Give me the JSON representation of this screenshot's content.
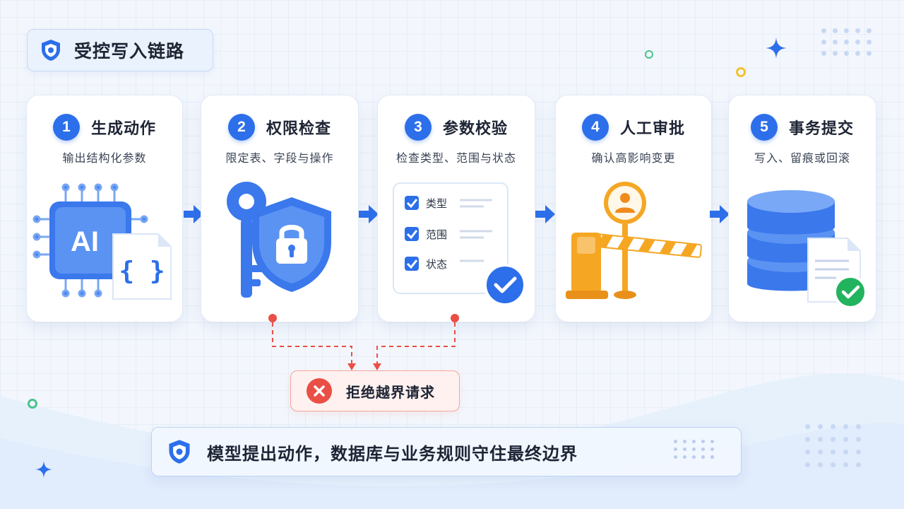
{
  "title": "受控写入链路",
  "steps": [
    {
      "num": "1",
      "title": "生成动作",
      "subtitle": "输出结构化参数",
      "icon": "ai-chip-icon"
    },
    {
      "num": "2",
      "title": "权限检查",
      "subtitle": "限定表、字段与操作",
      "icon": "key-shield-icon"
    },
    {
      "num": "3",
      "title": "参数校验",
      "subtitle": "检查类型、范围与状态",
      "icon": "checklist-icon"
    },
    {
      "num": "4",
      "title": "人工审批",
      "subtitle": "确认高影响变更",
      "icon": "barrier-gate-icon"
    },
    {
      "num": "5",
      "title": "事务提交",
      "subtitle": "写入、留痕或回滚",
      "icon": "database-commit-icon"
    }
  ],
  "illustrations": {
    "chip_text": "AI",
    "braces_text": "{ }",
    "checklist": [
      "类型",
      "范围",
      "状态"
    ]
  },
  "reject": {
    "label": "拒绝越界请求",
    "icon": "close-circle-icon"
  },
  "banner": {
    "label": "模型提出动作，数据库与业务规则守住最终边界",
    "icon": "shield-icon"
  },
  "colors": {
    "primary": "#2d6fea",
    "danger": "#ea4f45",
    "accent_orange": "#f5a623"
  }
}
